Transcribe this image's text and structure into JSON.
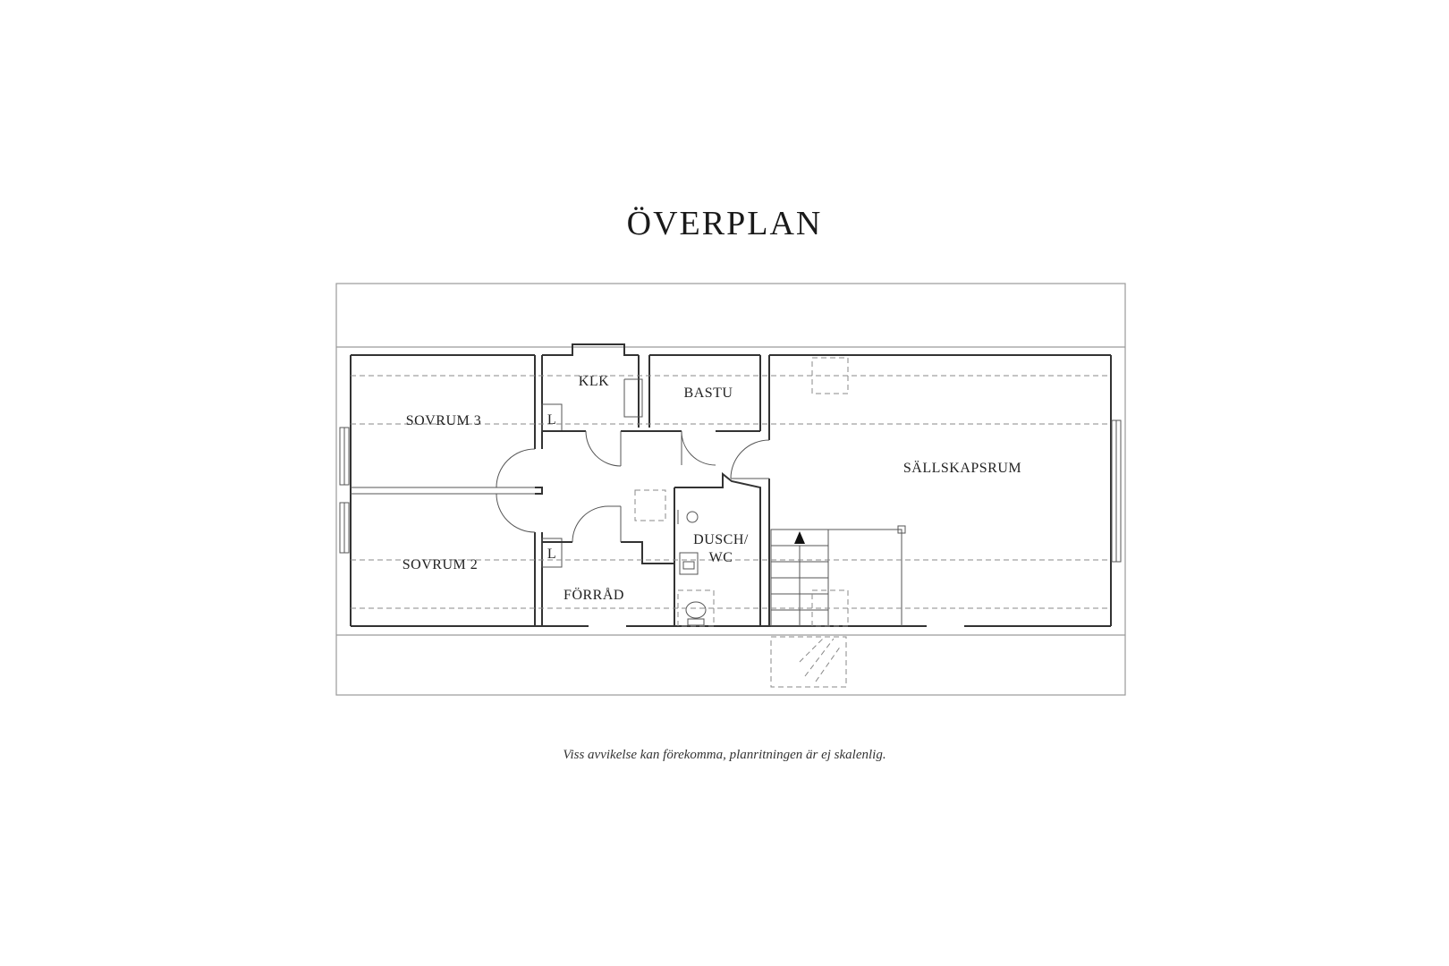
{
  "title": "ÖVERPLAN",
  "disclaimer": "Viss avvikelse kan förekomma, planritningen är ej skalenlig.",
  "rooms": {
    "sovrum3": "SOVRUM 3",
    "sovrum2": "SOVRUM 2",
    "klk": "KLK",
    "bastu": "BASTU",
    "sallskapsrum": "SÄLLSKAPSRUM",
    "dusch_line1": "DUSCH/",
    "dusch_line2": "WC",
    "forrad": "FÖRRÅD",
    "l_upper": "L",
    "l_lower": "L"
  }
}
